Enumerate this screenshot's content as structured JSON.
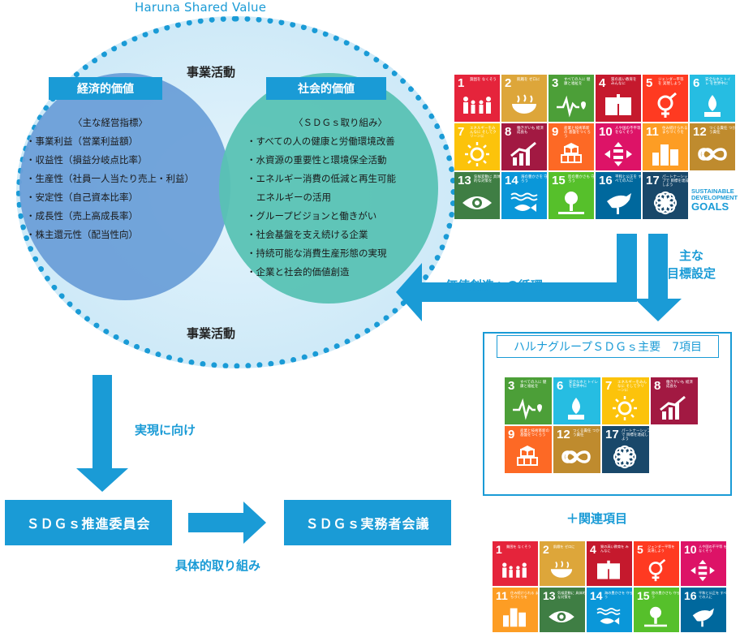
{
  "title": "Haruna Shared Value",
  "business_activity_top": "事業活動",
  "business_activity_bottom": "事業活動",
  "economic": {
    "label": "経済的価値",
    "heading": "〈主な経営指標〉",
    "items": [
      "・事業利益（営業利益額）",
      "・収益性（損益分岐点比率）",
      "・生産性（社員一人当たり売上・利益）",
      "・安定性（自己資本比率）",
      "・成長性（売上高成長率）",
      "・株主還元性（配当性向）"
    ]
  },
  "social": {
    "label": "社会的価値",
    "heading": "〈ＳＤＧｓ取り組み〉",
    "items": [
      "・すべての人の健康と労働環境改善",
      "・水資源の重要性と環境保全活動",
      "・エネルギー消費の低減と再生可能",
      "エネルギーの活用",
      "・グループビジョンと働きがい",
      "・社会基盤を支え続ける企業",
      "・持続可能な消費生産形態の実現",
      "・企業と社会的価値創造"
    ]
  },
  "arrows": {
    "value_cycle": "価値創造への循環",
    "main_goal_line1": "主な",
    "main_goal_line2": "目標設定",
    "toward_realization": "実現に向け",
    "concrete_actions": "具体的取り組み"
  },
  "boxes": {
    "committee": "ＳＤＧｓ推進委員会",
    "meeting": "ＳＤＧｓ実務者会議"
  },
  "key_items_title": "ハルナグループＳＤＧｓ主要　7項目",
  "related_title": "＋関連項目",
  "sdg_logo": {
    "line1": "SUSTAINABLE",
    "line2": "DEVELOPMENT",
    "line3": "GOALS"
  },
  "sdgs": {
    "1": {
      "num": "1",
      "text": "貧困を なくそう",
      "color": "#e5243b",
      "icon": "people-icon"
    },
    "2": {
      "num": "2",
      "text": "飢餓を ゼロに",
      "color": "#dda63a",
      "icon": "bowl-icon"
    },
    "3": {
      "num": "3",
      "text": "すべての人に 健康と福祉を",
      "color": "#4c9f38",
      "icon": "heartbeat-icon"
    },
    "4": {
      "num": "4",
      "text": "質の高い教育を みんなに",
      "color": "#c5192d",
      "icon": "book-icon"
    },
    "5": {
      "num": "5",
      "text": "ジェンダー平等を 実現しよう",
      "color": "#ff3a21",
      "icon": "gender-icon"
    },
    "6": {
      "num": "6",
      "text": "安全な水とトイレ を世界中に",
      "color": "#26bde2",
      "icon": "water-drop-icon"
    },
    "7": {
      "num": "7",
      "text": "エネルギーをみんなに そしてクリーンに",
      "color": "#fcc30b",
      "icon": "sun-power-icon"
    },
    "8": {
      "num": "8",
      "text": "働きがいも 経済成長も",
      "color": "#a21942",
      "icon": "growth-chart-icon"
    },
    "9": {
      "num": "9",
      "text": "産業と技術革新の 基盤をつくろう",
      "color": "#fd6925",
      "icon": "cubes-icon"
    },
    "10": {
      "num": "10",
      "text": "人や国の不平等 をなくそう",
      "color": "#dd1367",
      "icon": "equality-icon"
    },
    "11": {
      "num": "11",
      "text": "住み続けられる まちづくりを",
      "color": "#fd9d24",
      "icon": "city-icon"
    },
    "12": {
      "num": "12",
      "text": "つくる責任 つかう責任",
      "color": "#bf8b2e",
      "icon": "infinity-icon"
    },
    "13": {
      "num": "13",
      "text": "気候変動に 具体的な対策を",
      "color": "#3f7e44",
      "icon": "eye-earth-icon"
    },
    "14": {
      "num": "14",
      "text": "海の豊かさを 守ろう",
      "color": "#0a97d9",
      "icon": "fish-icon"
    },
    "15": {
      "num": "15",
      "text": "陸の豊かさも 守ろう",
      "color": "#56c02b",
      "icon": "tree-icon"
    },
    "16": {
      "num": "16",
      "text": "平和と公正を すべての人に",
      "color": "#00689d",
      "icon": "dove-icon"
    },
    "17": {
      "num": "17",
      "text": "パートナーシップで 目標を達成しよう",
      "color": "#19486a",
      "icon": "flower-icon"
    }
  },
  "main_grid_order": [
    "1",
    "2",
    "3",
    "4",
    "5",
    "6",
    "7",
    "8",
    "9",
    "10",
    "11",
    "12",
    "13",
    "14",
    "15",
    "16",
    "17"
  ],
  "key_grid_order": [
    "3",
    "6",
    "7",
    "8",
    "9",
    "12",
    "17"
  ],
  "related_grid_order": [
    "1",
    "2",
    "4",
    "5",
    "10",
    "11",
    "13",
    "14",
    "15",
    "16"
  ]
}
